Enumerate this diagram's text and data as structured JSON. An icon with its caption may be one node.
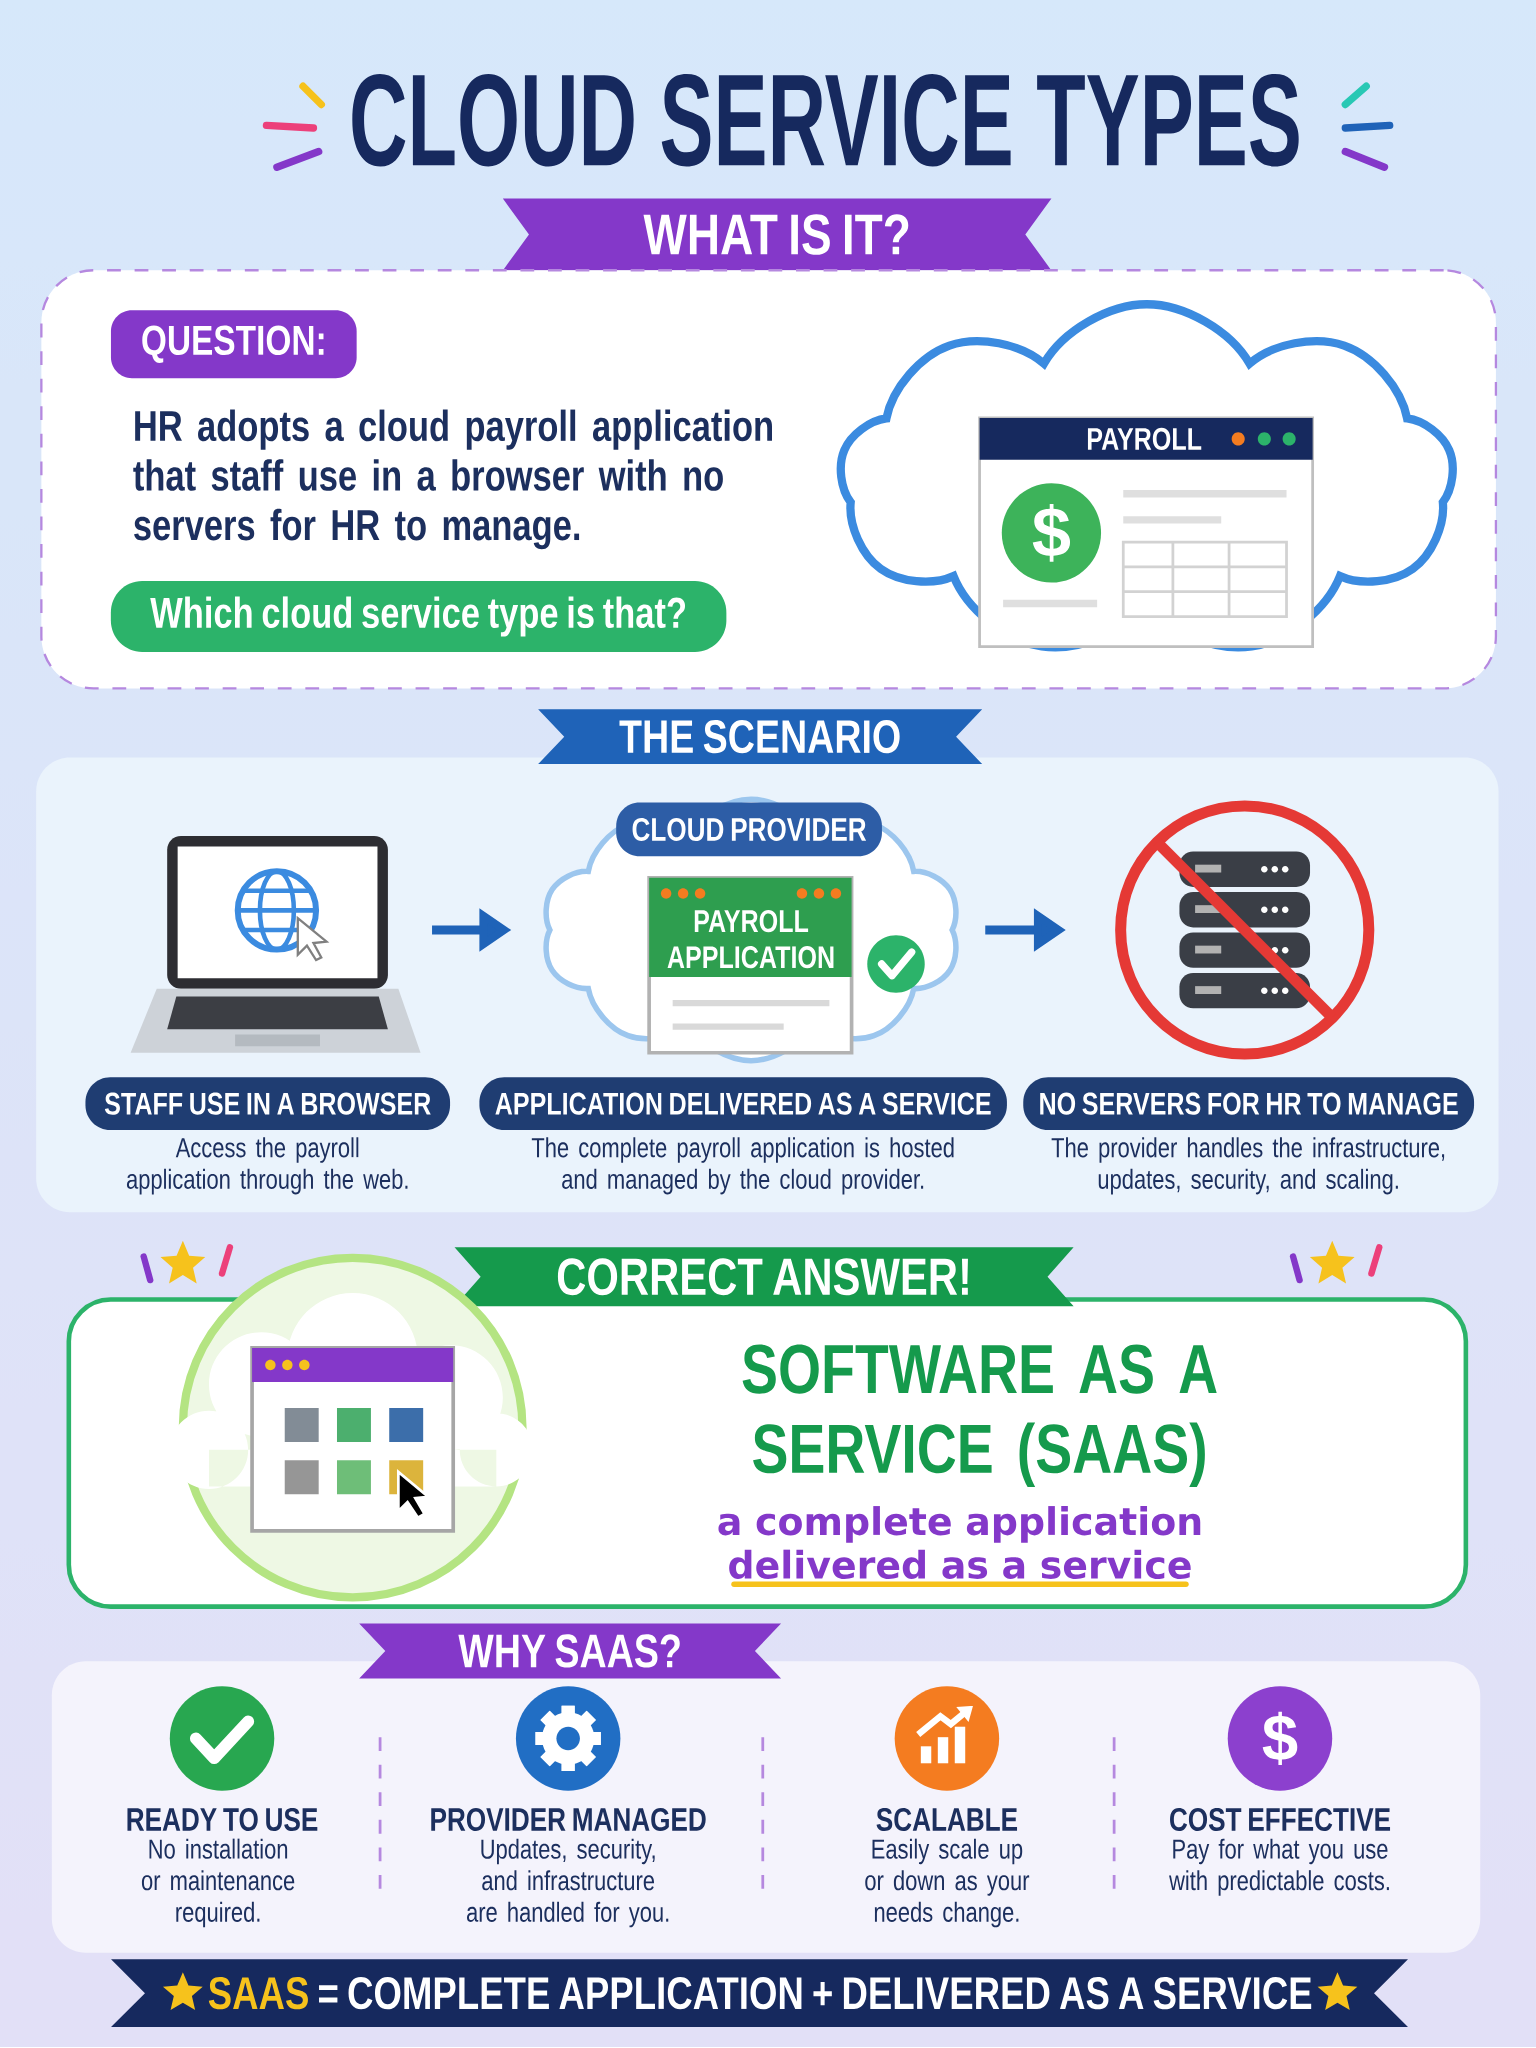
{
  "diagram": {
    "title": "CLOUD SERVICE TYPES",
    "nodes": [
      {
        "text": [
          "WHAT IS IT?"
        ]
      },
      {
        "text": [
          "HR adopts a cloud payroll application that staff use in a browser with no servers for HR to manage."
        ]
      },
      {
        "text": [
          "QUESTION:"
        ],
        "in": 1
      },
      {
        "text": [
          "Which cloud service type is that?"
        ],
        "in": 1
      },
      {
        "text": [
          "PAYROLL"
        ],
        "in": 1
      },
      {
        "text": [
          "THE SCENARIO"
        ]
      },
      {
        "text": [],
        "shape": "box"
      },
      {
        "text": [],
        "shape": "picture",
        "in": 6,
        "beside": [
          "STAFF USE IN A BROWSER",
          "Access the payroll application through the web."
        ]
      },
      {
        "text": [
          "CLOUD PROVIDER",
          "PAYROLL APPLICATION"
        ],
        "in": 6,
        "beside": [
          "APPLICATION DELIVERED AS A SERVICE",
          "The complete payroll application is hosted and managed by the cloud provider."
        ]
      },
      {
        "text": [],
        "shape": "picture",
        "in": 6,
        "beside": [
          "NO SERVERS FOR HR TO MANAGE",
          "The provider handles the infrastructure, updates, security, and scaling."
        ]
      },
      {
        "text": [
          "CORRECT ANSWER!"
        ]
      },
      {
        "text": [
          "SOFTWARE AS A SERVICE (SAAS)",
          "a complete application delivered as a service"
        ]
      },
      {
        "text": [
          "WHY SAAS?"
        ]
      },
      {
        "text": [],
        "shape": "box"
      },
      {
        "text": [
          "SAAS",
          "= COMPLETE APPLICATION + DELIVERED AS A SERVICE"
        ]
      }
    ],
    "edges": [
      {
        "from": 7,
        "to": 8,
        "arrow": "to"
      },
      {
        "from": 8,
        "to": 9,
        "arrow": "to"
      }
    ],
    "labels": [
      "$",
      "READY TO USE",
      "No installation or maintenance required.",
      "PROVIDER MANAGED",
      "Updates, security, and infrastructure are handled for you.",
      "SCALABLE",
      "Easily scale up or down as your needs change.",
      "$",
      "COST EFFECTIVE",
      "Pay for what you use with predictable costs."
    ]
  }
}
